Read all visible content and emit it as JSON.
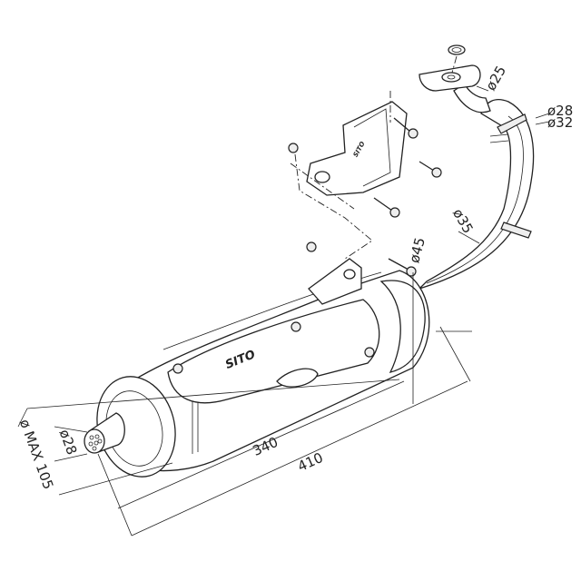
{
  "diagram": {
    "logo": "SITO",
    "bracket_logo": "SITO",
    "labels": {
      "flange_diameter": "ø25",
      "pipe_inner": "ø28",
      "pipe_outer": "ø32",
      "pipe_mid": "ø35",
      "pipe_inlet": "ø45",
      "length_body": "340",
      "length_total": "410",
      "tailpipe": "ø28",
      "max_diameter": "ø MAX 105"
    },
    "line_color": "#222222"
  }
}
